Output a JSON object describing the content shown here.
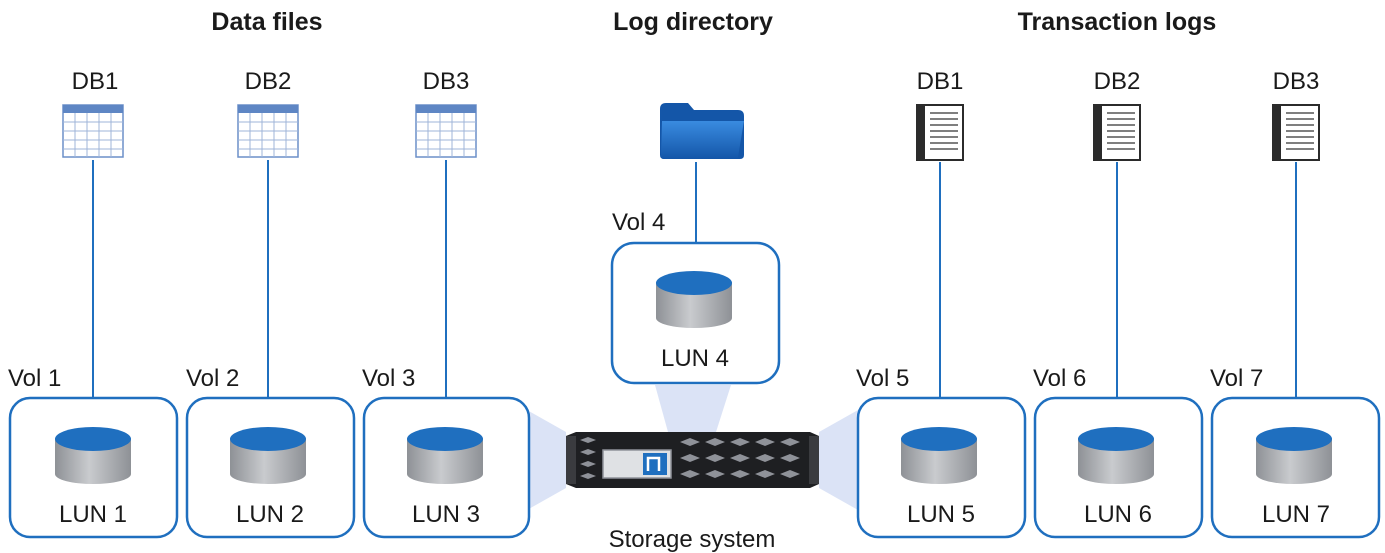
{
  "headings": {
    "data_files": "Data files",
    "log_directory": "Log directory",
    "transaction_logs": "Transaction logs"
  },
  "data_files": [
    {
      "db": "DB1",
      "vol": "Vol 1",
      "lun": "LUN 1"
    },
    {
      "db": "DB2",
      "vol": "Vol 2",
      "lun": "LUN 2"
    },
    {
      "db": "DB3",
      "vol": "Vol 3",
      "lun": "LUN 3"
    }
  ],
  "log_directory": {
    "vol": "Vol 4",
    "lun": "LUN 4"
  },
  "transaction_logs": [
    {
      "db": "DB1",
      "vol": "Vol 5",
      "lun": "LUN 5"
    },
    {
      "db": "DB2",
      "vol": "Vol 6",
      "lun": "LUN 6"
    },
    {
      "db": "DB3",
      "vol": "Vol 7",
      "lun": "LUN 7"
    }
  ],
  "storage": {
    "label": "Storage system"
  },
  "colors": {
    "accent": "#1f6fbf",
    "disk_top": "#1f6fbf",
    "disk_body": "#a9abae"
  },
  "icons": {
    "database": "table-icon",
    "log_file": "document-icon",
    "folder": "folder-icon",
    "storage": "storage-system-icon",
    "lun": "disk-icon"
  }
}
